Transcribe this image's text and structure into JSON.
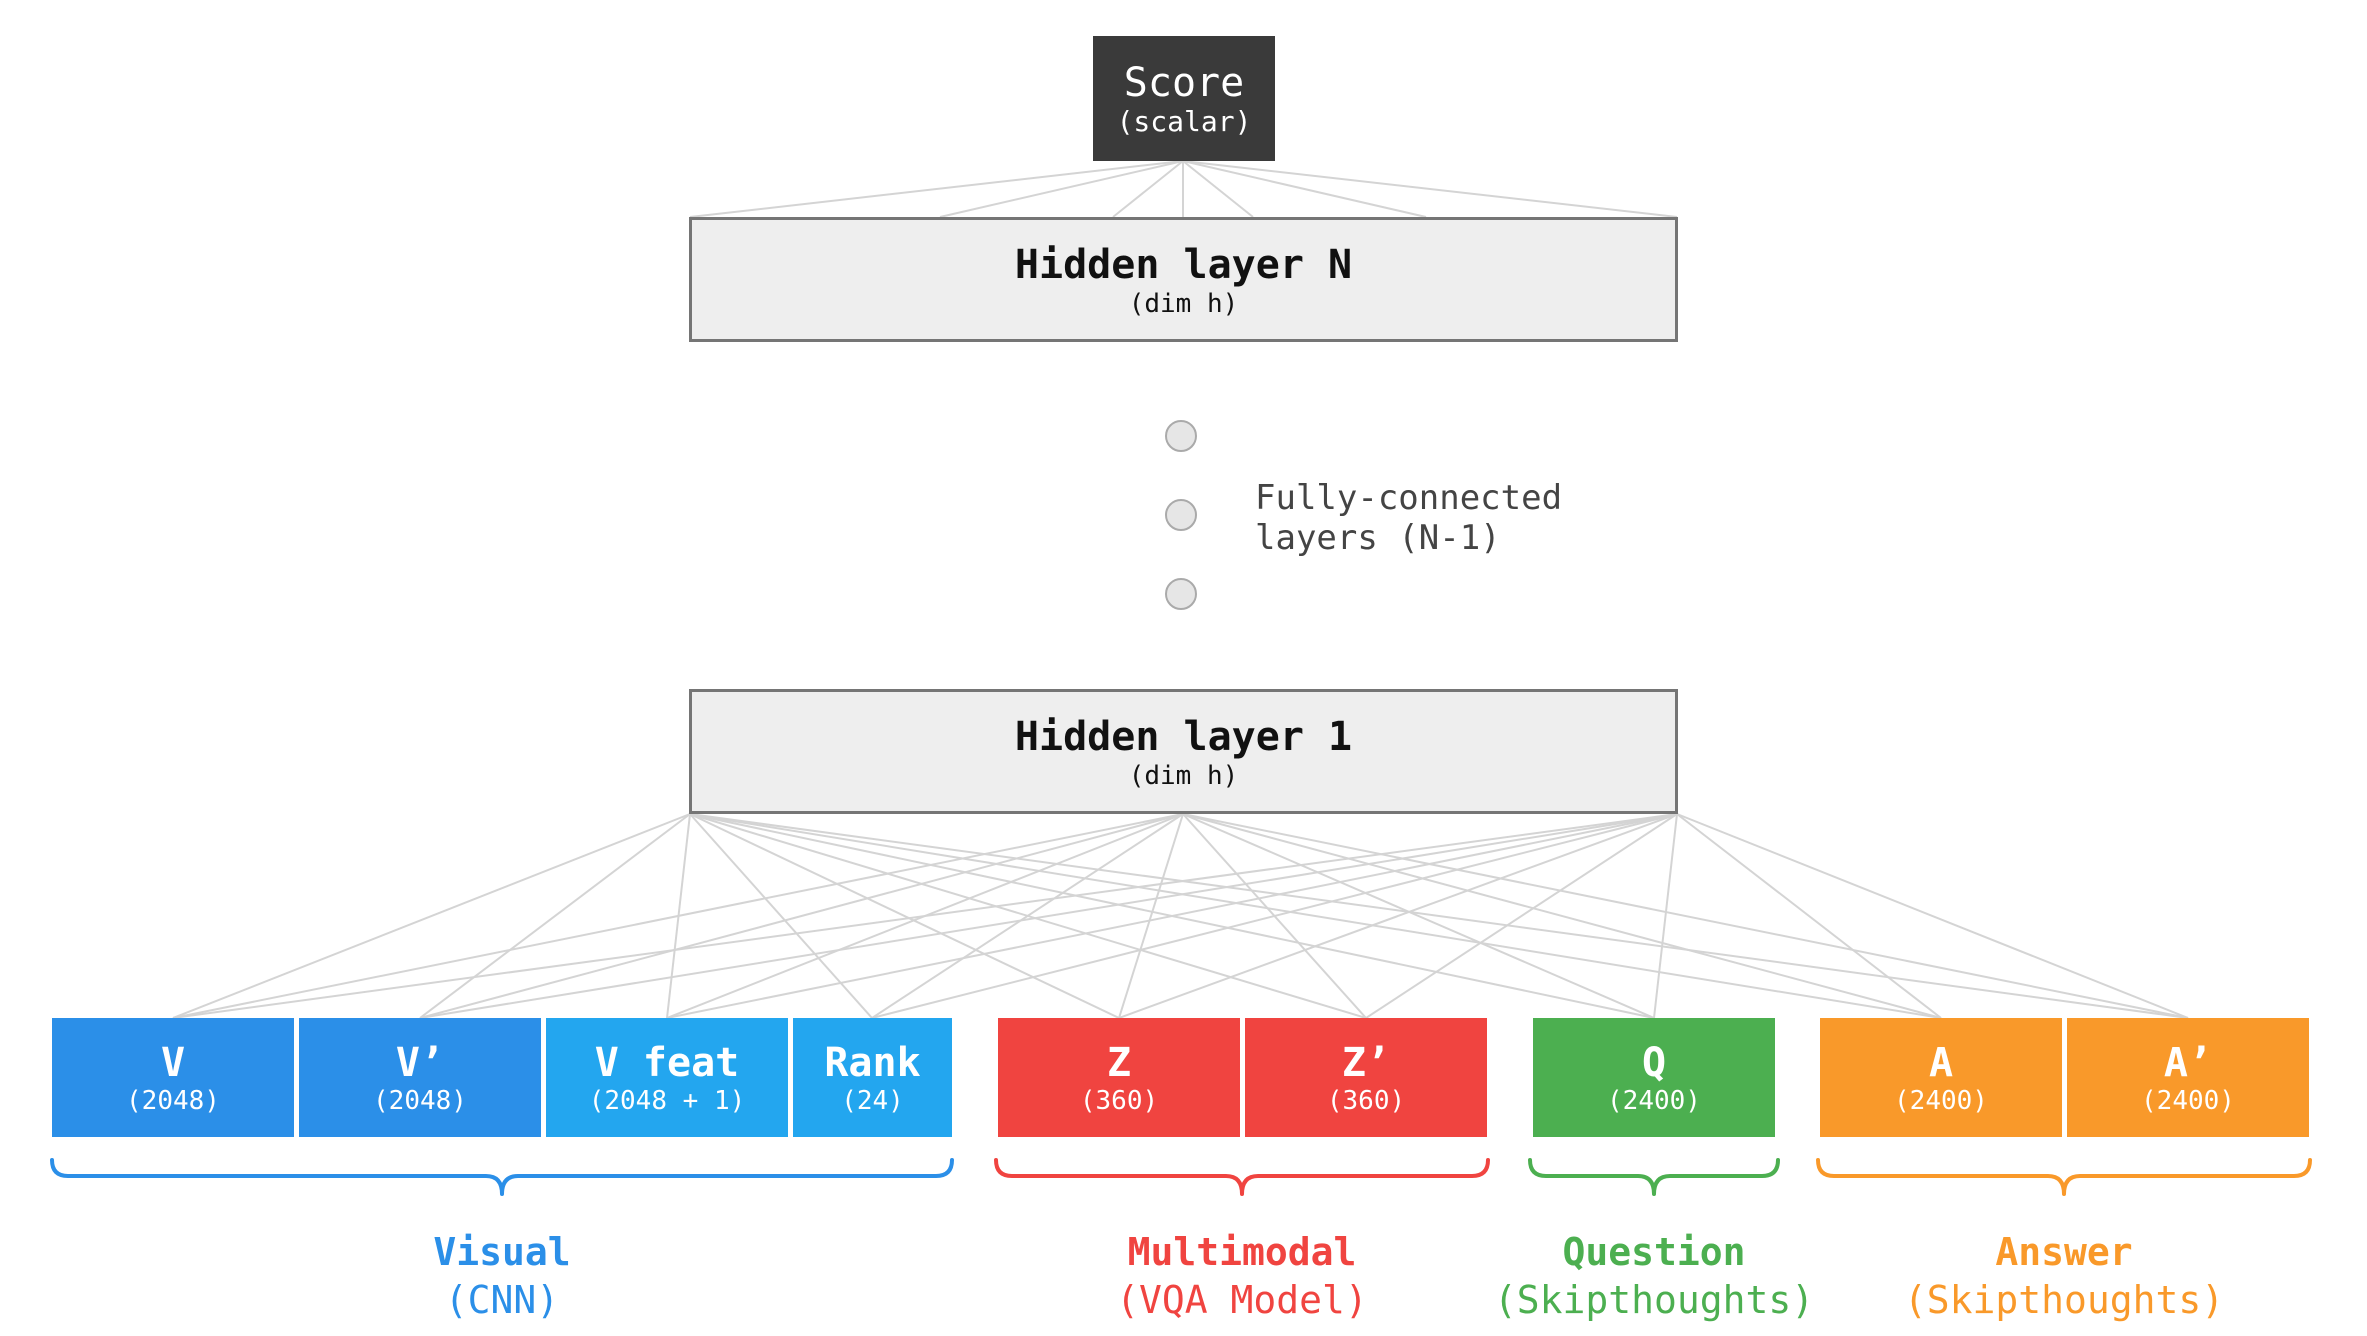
{
  "score": {
    "title": "Score",
    "subtitle": "(scalar)"
  },
  "hidden_n": {
    "title": "Hidden layer N",
    "subtitle": "(dim h)"
  },
  "hidden_1": {
    "title": "Hidden layer 1",
    "subtitle": "(dim h)"
  },
  "fc_label": {
    "line1": "Fully-connected",
    "line2": "layers (N-1)"
  },
  "features": [
    {
      "label": "V",
      "dim": "(2048)",
      "color": "#2b8fe8"
    },
    {
      "label": "V’",
      "dim": "(2048)",
      "color": "#2b8fe8"
    },
    {
      "label": "V feat",
      "dim": "(2048 + 1)",
      "color": "#23a6ef"
    },
    {
      "label": "Rank",
      "dim": "(24)",
      "color": "#23a6ef"
    },
    {
      "label": "Z",
      "dim": "(360)",
      "color": "#f04440"
    },
    {
      "label": "Z’",
      "dim": "(360)",
      "color": "#f04440"
    },
    {
      "label": "Q",
      "dim": "(2400)",
      "color": "#4caf50"
    },
    {
      "label": "A",
      "dim": "(2400)",
      "color": "#f9992a"
    },
    {
      "label": "A’",
      "dim": "(2400)",
      "color": "#f9992a"
    }
  ],
  "groups": [
    {
      "name": "Visual",
      "source": "(CNN)",
      "color": "#2b8fe8"
    },
    {
      "name": "Multimodal",
      "source": "(VQA Model)",
      "color": "#f04440"
    },
    {
      "name": "Question",
      "source": "(Skipthoughts)",
      "color": "#4caf50"
    },
    {
      "name": "Answer",
      "source": "(Skipthoughts)",
      "color": "#f9992a"
    }
  ]
}
